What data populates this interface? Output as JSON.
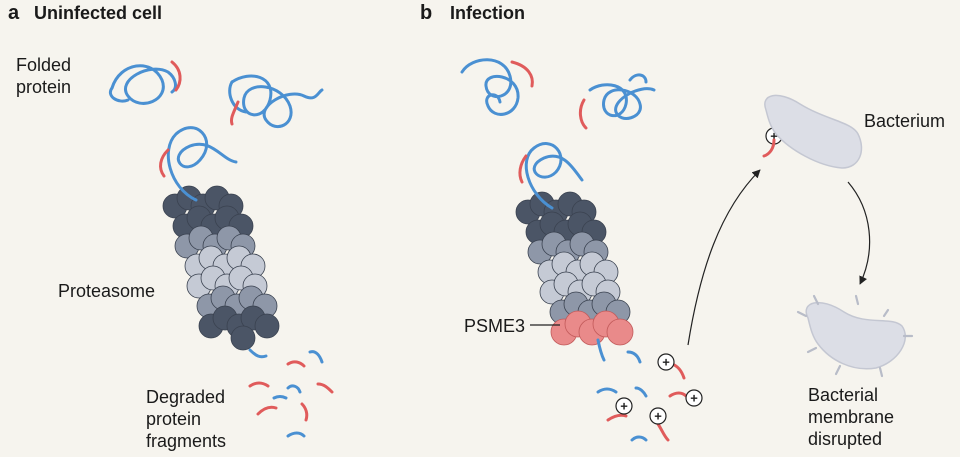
{
  "panel_a": {
    "letter": "a",
    "title": "Uninfected cell",
    "labels": {
      "folded_protein": "Folded\nprotein",
      "proteasome": "Proteasome",
      "fragments": "Degraded\nprotein\nfragments"
    }
  },
  "panel_b": {
    "letter": "b",
    "title": "Infection",
    "labels": {
      "psme3": "PSME3",
      "bacterium": "Bacterium",
      "disrupted": "Bacterial\nmembrane\ndisrupted"
    },
    "charge_symbol": "+"
  },
  "colors": {
    "background": "#f6f4ee",
    "protein_blue": "#4a90d2",
    "protein_red": "#e05b5b",
    "proteasome_dark": "#4b5566",
    "proteasome_mid": "#8e97a8",
    "proteasome_light": "#c5cad5",
    "psme3_pink": "#e98a8a",
    "bacterium": "#dcdee6"
  }
}
